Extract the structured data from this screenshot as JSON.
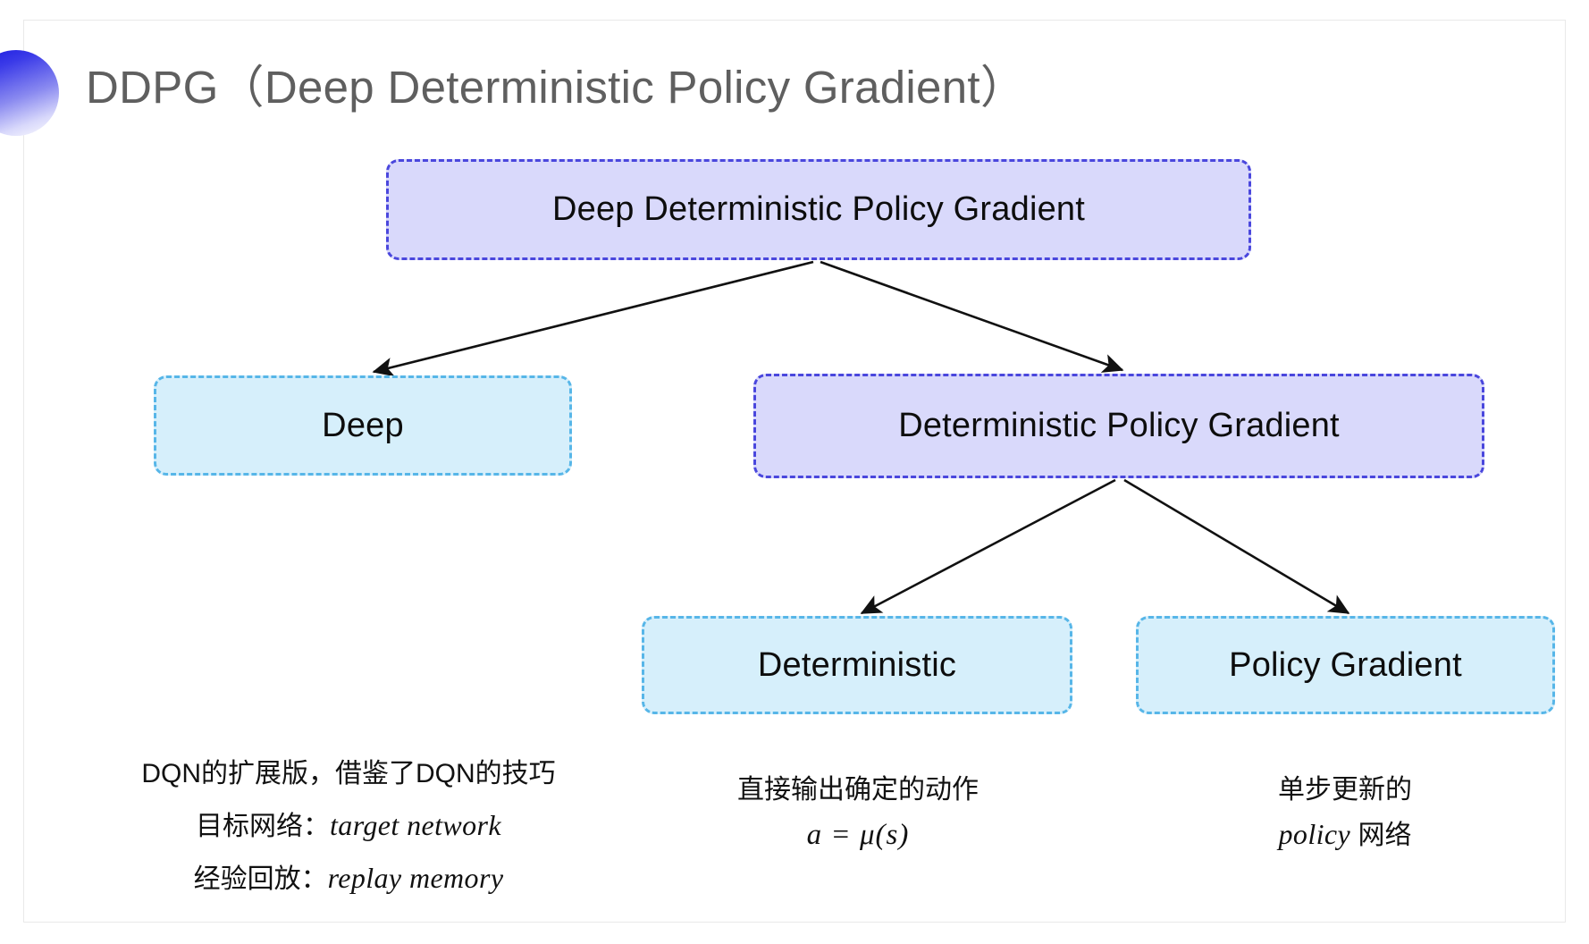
{
  "slide": {
    "title": "DDPG（Deep Deterministic Policy Gradient）",
    "title_color": "#5f5f5f",
    "background": "#ffffff",
    "decor_icon": "gradient-half-circle-icon"
  },
  "palette": {
    "purple_fill": "#d9d9fb",
    "purple_border": "#4a47dd",
    "blue_fill": "#d6effb",
    "blue_border": "#57b6e8",
    "arrow_color": "#111111",
    "text_color": "#0d0d0d"
  },
  "diagram": {
    "type": "tree",
    "nodes": [
      {
        "id": "root",
        "label": "Deep Deterministic Policy Gradient",
        "style": "purple",
        "level": 0
      },
      {
        "id": "deep",
        "label": "Deep",
        "style": "blue",
        "level": 1
      },
      {
        "id": "dpg",
        "label": "Deterministic Policy Gradient",
        "style": "purple",
        "level": 1
      },
      {
        "id": "deterministic",
        "label": "Deterministic",
        "style": "blue",
        "level": 2
      },
      {
        "id": "policy_gradient",
        "label": "Policy Gradient",
        "style": "blue",
        "level": 2
      }
    ],
    "edges": [
      {
        "from": "root",
        "to": "deep"
      },
      {
        "from": "root",
        "to": "dpg"
      },
      {
        "from": "dpg",
        "to": "deterministic"
      },
      {
        "from": "dpg",
        "to": "policy_gradient"
      }
    ]
  },
  "captions": {
    "deep": {
      "line1": "DQN的扩展版，借鉴了DQN的技巧",
      "line2_label": "目标网络：",
      "line2_term": "target network",
      "line3_label": "经验回放：",
      "line3_term": "replay memory"
    },
    "deterministic": {
      "line1": "直接输出确定的动作",
      "formula": "a = μ(s)"
    },
    "policy_gradient": {
      "line1": "单步更新的",
      "line2_term": "policy",
      "line2_suffix": " 网络"
    }
  }
}
